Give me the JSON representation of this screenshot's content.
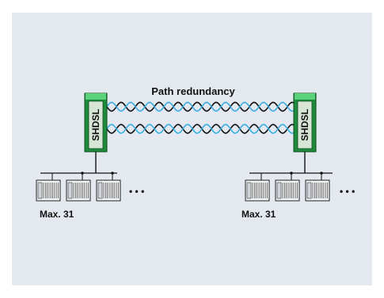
{
  "title": "Path redundancy",
  "modem_label": "SHDSL",
  "left_group": {
    "caption": "Max. 31",
    "ellipsis": "• • •"
  },
  "right_group": {
    "caption": "Max. 31",
    "ellipsis": "• • •"
  },
  "colors": {
    "background_panel": "#e4e9ef",
    "modem_body": "#1e8c3c",
    "modem_top": "#5bd17a",
    "cable_dark": "#111111",
    "cable_light": "#3aaee6",
    "device_fill": "#f2f4f6"
  }
}
